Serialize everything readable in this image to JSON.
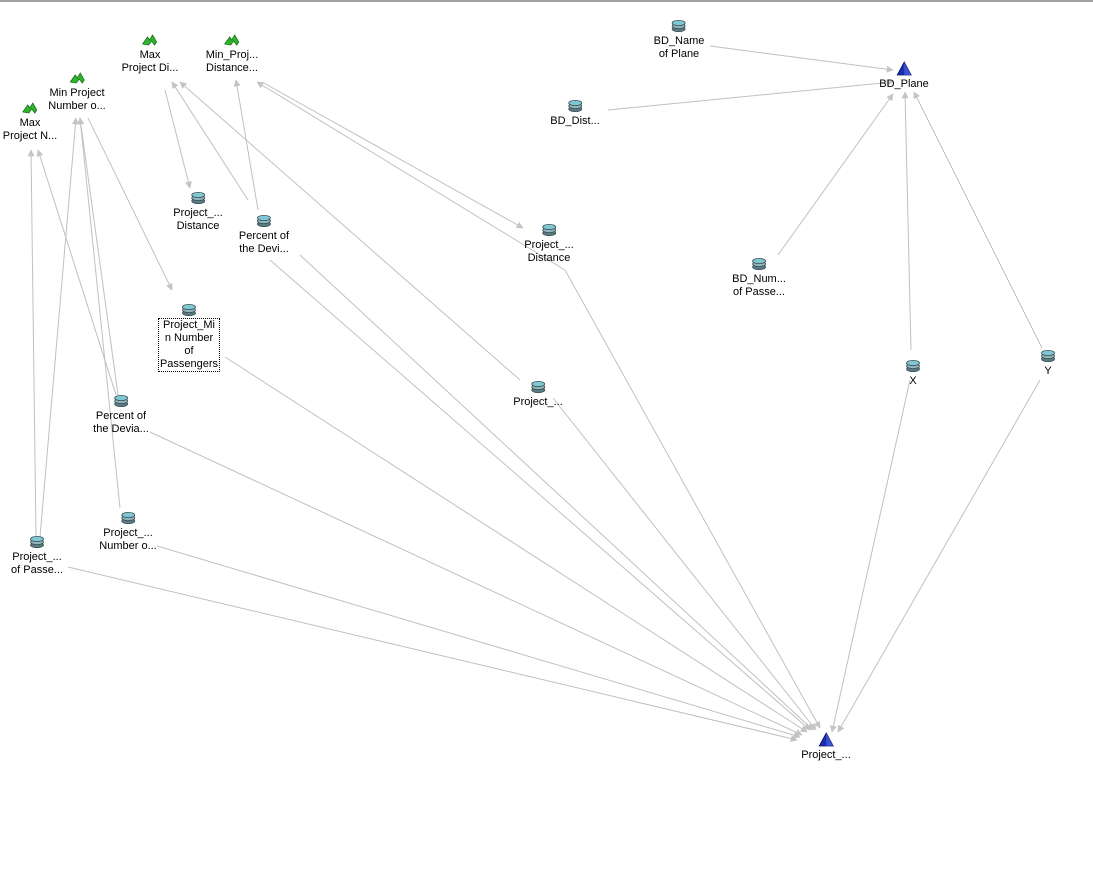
{
  "diagram": {
    "nodes": [
      {
        "id": "max-project-number",
        "type": "measure",
        "label": "Max\nProject N..."
      },
      {
        "id": "min-project-number",
        "type": "measure",
        "label": "Min Project\nNumber o..."
      },
      {
        "id": "max-project-distance",
        "type": "measure",
        "label": "Max\nProject Di..."
      },
      {
        "id": "min-project-distance",
        "type": "measure",
        "label": "Min_Proj...\nDistance..."
      },
      {
        "id": "project-distance-1",
        "type": "table",
        "label": "Project_...\nDistance"
      },
      {
        "id": "percent-deviation-1",
        "type": "table",
        "label": "Percent of\nthe Devi..."
      },
      {
        "id": "project-min-passengers",
        "type": "table",
        "label": "Project_Mi\nn Number\nof\nPassengers",
        "selected": true
      },
      {
        "id": "percent-deviation-2",
        "type": "table",
        "label": "Percent of\nthe Devia..."
      },
      {
        "id": "project-number-2",
        "type": "table",
        "label": "Project_...\nNumber o..."
      },
      {
        "id": "project-passengers",
        "type": "table",
        "label": "Project_...\nof Passe..."
      },
      {
        "id": "project-distance-2",
        "type": "table",
        "label": "Project_...\nDistance"
      },
      {
        "id": "project-plain",
        "type": "table",
        "label": "Project_..."
      },
      {
        "id": "bd-name-plane",
        "type": "table",
        "label": "BD_Name\nof Plane"
      },
      {
        "id": "bd-dist",
        "type": "table",
        "label": "BD_Dist..."
      },
      {
        "id": "bd-plane",
        "type": "dimension",
        "label": "BD_Plane"
      },
      {
        "id": "bd-num-passengers",
        "type": "table",
        "label": "BD_Num...\nof Passe..."
      },
      {
        "id": "x-node",
        "type": "table",
        "label": "X"
      },
      {
        "id": "y-node",
        "type": "table",
        "label": "Y"
      },
      {
        "id": "project-target",
        "type": "dimension",
        "label": "Project_..."
      }
    ]
  },
  "colors": {
    "edge": "#c0c0c0",
    "measure_icon": "#2fb52f",
    "table_icon": "#7fc7d3",
    "dimension_icon": "#1a2fb0"
  }
}
